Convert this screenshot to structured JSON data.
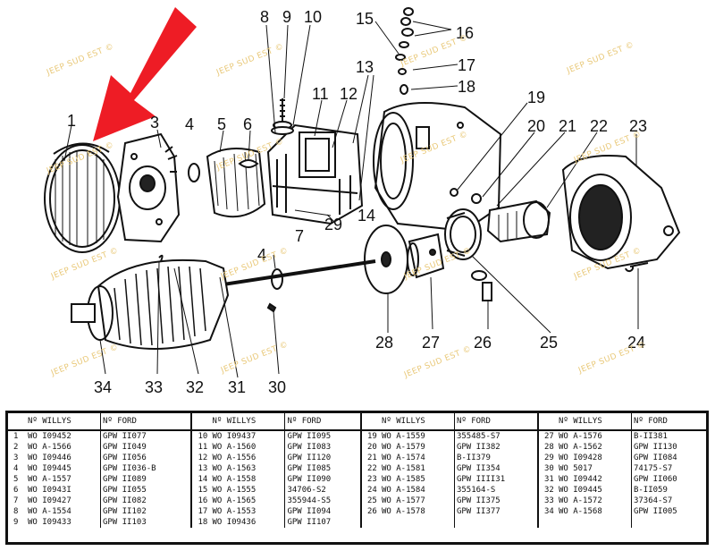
{
  "callouts": [
    {
      "id": "1",
      "label": "1"
    },
    {
      "id": "3",
      "label": "3"
    },
    {
      "id": "4a",
      "label": "4"
    },
    {
      "id": "5",
      "label": "5"
    },
    {
      "id": "6",
      "label": "6"
    },
    {
      "id": "7",
      "label": "7"
    },
    {
      "id": "8",
      "label": "8"
    },
    {
      "id": "9",
      "label": "9"
    },
    {
      "id": "10",
      "label": "10"
    },
    {
      "id": "11",
      "label": "11"
    },
    {
      "id": "12",
      "label": "12"
    },
    {
      "id": "13",
      "label": "13"
    },
    {
      "id": "14",
      "label": "14"
    },
    {
      "id": "15",
      "label": "15"
    },
    {
      "id": "16",
      "label": "16"
    },
    {
      "id": "17",
      "label": "17"
    },
    {
      "id": "18",
      "label": "18"
    },
    {
      "id": "19",
      "label": "19"
    },
    {
      "id": "20",
      "label": "20"
    },
    {
      "id": "21",
      "label": "21"
    },
    {
      "id": "22",
      "label": "22"
    },
    {
      "id": "23",
      "label": "23"
    },
    {
      "id": "24",
      "label": "24"
    },
    {
      "id": "25",
      "label": "25"
    },
    {
      "id": "26",
      "label": "26"
    },
    {
      "id": "27",
      "label": "27"
    },
    {
      "id": "28",
      "label": "28"
    },
    {
      "id": "29",
      "label": "29"
    },
    {
      "id": "30",
      "label": "30"
    },
    {
      "id": "31",
      "label": "31"
    },
    {
      "id": "32",
      "label": "32"
    },
    {
      "id": "33",
      "label": "33"
    },
    {
      "id": "34",
      "label": "34"
    },
    {
      "id": "4b",
      "label": "4"
    }
  ],
  "watermark": "JEEP SUD EST ©",
  "arrow_color": "#ee1c25",
  "table": {
    "headers": [
      "Nº WILLYS",
      "Nº FORD"
    ],
    "groups": [
      {
        "rows": [
          [
            "1",
            "WO I09452",
            "GPW II077"
          ],
          [
            "2",
            "WO A-1566",
            "GPW II049"
          ],
          [
            "3",
            "WO I09446",
            "GPW II056"
          ],
          [
            "4",
            "WO I09445",
            "GPW II036-B"
          ],
          [
            "5",
            "WO A-1557",
            "GPW II089"
          ],
          [
            "6",
            "WO I0943I",
            "GPW II055"
          ],
          [
            "7",
            "WO I09427",
            "GPW II082"
          ],
          [
            "8",
            "WO A-1554",
            "GPW II102"
          ],
          [
            "9",
            "WO I09433",
            "GPW II103"
          ]
        ]
      },
      {
        "rows": [
          [
            "10",
            "WO I09437",
            "GPW II095"
          ],
          [
            "11",
            "WO A-1560",
            "GPW II083"
          ],
          [
            "12",
            "WO A-1556",
            "GPW II120"
          ],
          [
            "13",
            "WO A-1563",
            "GPW II085"
          ],
          [
            "14",
            "WO A-1558",
            "GPW II090"
          ],
          [
            "15",
            "WO A-1555",
            "34706-S2"
          ],
          [
            "16",
            "WO A-1565",
            "355944-S5"
          ],
          [
            "17",
            "WO A-1553",
            "GPW II094"
          ],
          [
            "18",
            "WO I09436",
            "GPW II107"
          ]
        ]
      },
      {
        "rows": [
          [
            "19",
            "WO A-1559",
            "355485-S7"
          ],
          [
            "20",
            "WO A-1579",
            "GPW II382"
          ],
          [
            "21",
            "WO A-1574",
            "B-II379"
          ],
          [
            "22",
            "WO A-1581",
            "GPW II354"
          ],
          [
            "23",
            "WO A-1585",
            "GPW IIII31"
          ],
          [
            "24",
            "WO A-1584",
            "355164-S"
          ],
          [
            "25",
            "WO A-1577",
            "GPW II375"
          ],
          [
            "26",
            "WO A-1578",
            "GPW II377"
          ],
          [
            "",
            "",
            " "
          ]
        ]
      },
      {
        "rows": [
          [
            "27",
            "WO A-1576",
            "B-II381"
          ],
          [
            "28",
            "WO A-1562",
            "GPW II130"
          ],
          [
            "29",
            "WO I09428",
            "GPW II084"
          ],
          [
            "30",
            "WO 5017",
            "74175-S7"
          ],
          [
            "31",
            "WO I09442",
            "GPW II060"
          ],
          [
            "32",
            "WO I09445",
            "B-II059"
          ],
          [
            "33",
            "WO A-1572",
            "37364-S7"
          ],
          [
            "34",
            "WO A-1568",
            "GPW II005"
          ],
          [
            "",
            "",
            " "
          ]
        ]
      }
    ]
  }
}
